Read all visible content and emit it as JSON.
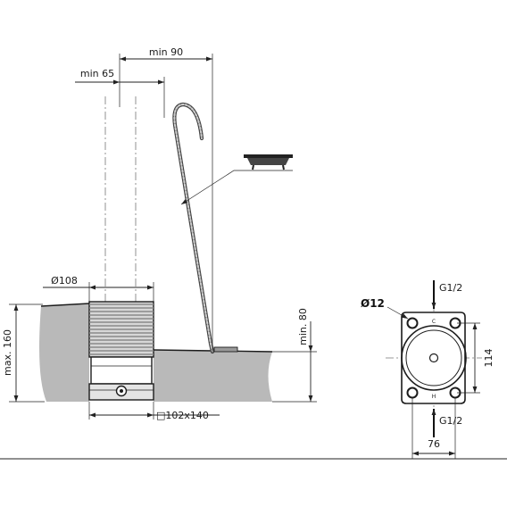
{
  "colors": {
    "ground": "#b9b9b9",
    "line": "#1c1c1c",
    "body_fill": "#d7d7d7",
    "rib": "#8a8a8a",
    "spout": "#9a9a9a",
    "background": "#ffffff"
  },
  "side_view": {
    "dim_min_90": "min 90",
    "dim_min_65": "min 65",
    "dim_diameter_108": "Ø108",
    "dim_max_160": "max. 160",
    "dim_min_80": "min. 80",
    "dim_base_size": "□102x140"
  },
  "top_view": {
    "hole_diameter": "Ø12",
    "inlet_top": "G1/2",
    "inlet_bottom": "G1/2",
    "dim_height_114": "114",
    "dim_width_76": "76",
    "mark_cold": "C",
    "mark_hot": "H"
  }
}
